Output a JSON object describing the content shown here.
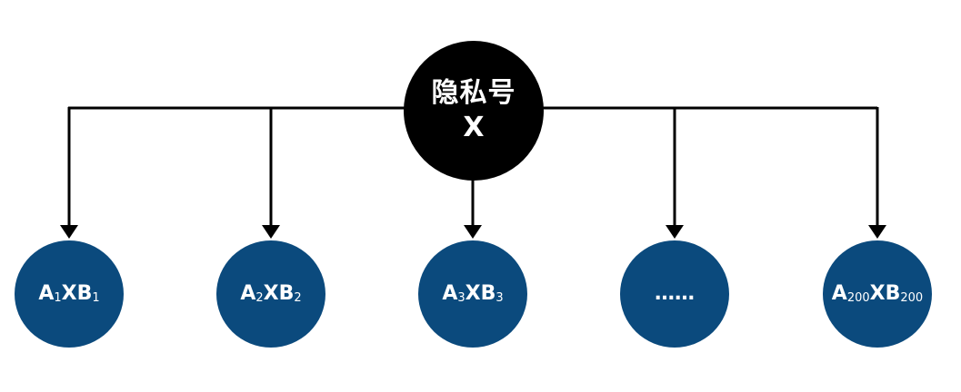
{
  "colors": {
    "root_fill": "#000000",
    "leaf_fill": "#0b4a7d",
    "text": "#ffffff",
    "line": "#000000",
    "background": "#ffffff"
  },
  "root": {
    "line1": "隐私号",
    "line2": "X"
  },
  "leaves": [
    {
      "type": "formula",
      "a": "A",
      "a_sub": "1",
      "x": "X",
      "b": "B",
      "b_sub": "1"
    },
    {
      "type": "formula",
      "a": "A",
      "a_sub": "2",
      "x": "X",
      "b": "B",
      "b_sub": "2"
    },
    {
      "type": "formula",
      "a": "A",
      "a_sub": "3",
      "x": "X",
      "b": "B",
      "b_sub": "3"
    },
    {
      "type": "text",
      "text": "……"
    },
    {
      "type": "formula",
      "a": "A",
      "a_sub": "200",
      "x": "X",
      "b": "B",
      "b_sub": "200"
    }
  ]
}
